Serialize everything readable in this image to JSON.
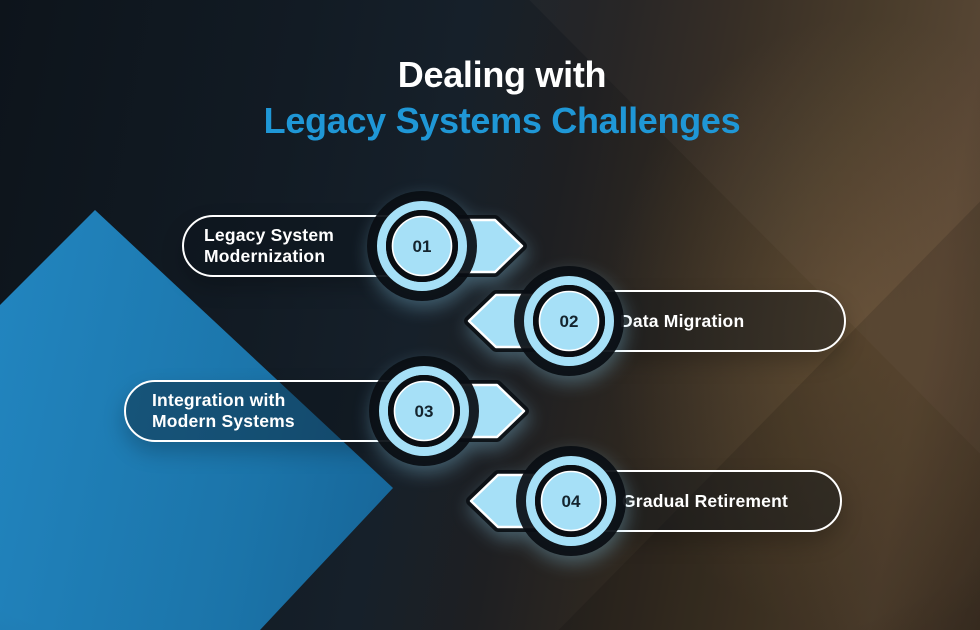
{
  "title": {
    "line1": "Dealing with",
    "line2": "Legacy Systems Challenges"
  },
  "items": [
    {
      "number": "01",
      "side": "right",
      "label": "Legacy System Modernization",
      "label_lines": [
        "Legacy System",
        "Modernization"
      ]
    },
    {
      "number": "02",
      "side": "left",
      "label": "Data Migration",
      "label_lines": [
        "Data Migration"
      ]
    },
    {
      "number": "03",
      "side": "right",
      "label": "Integration with Modern Systems",
      "label_lines": [
        "Integration with",
        "Modern Systems"
      ]
    },
    {
      "number": "04",
      "side": "left",
      "label": "Gradual Retirement",
      "label_lines": [
        "Gradual Retirement"
      ]
    }
  ],
  "colors": {
    "accent_blue": "#1f97d6",
    "light_blue": "#a6e0f7",
    "pill_outline": "#ffffff",
    "number_text": "#14242e",
    "background_navy": "#121b24",
    "background_brown": "#4e3e2d",
    "diamond_blue": "#1b74a9"
  }
}
